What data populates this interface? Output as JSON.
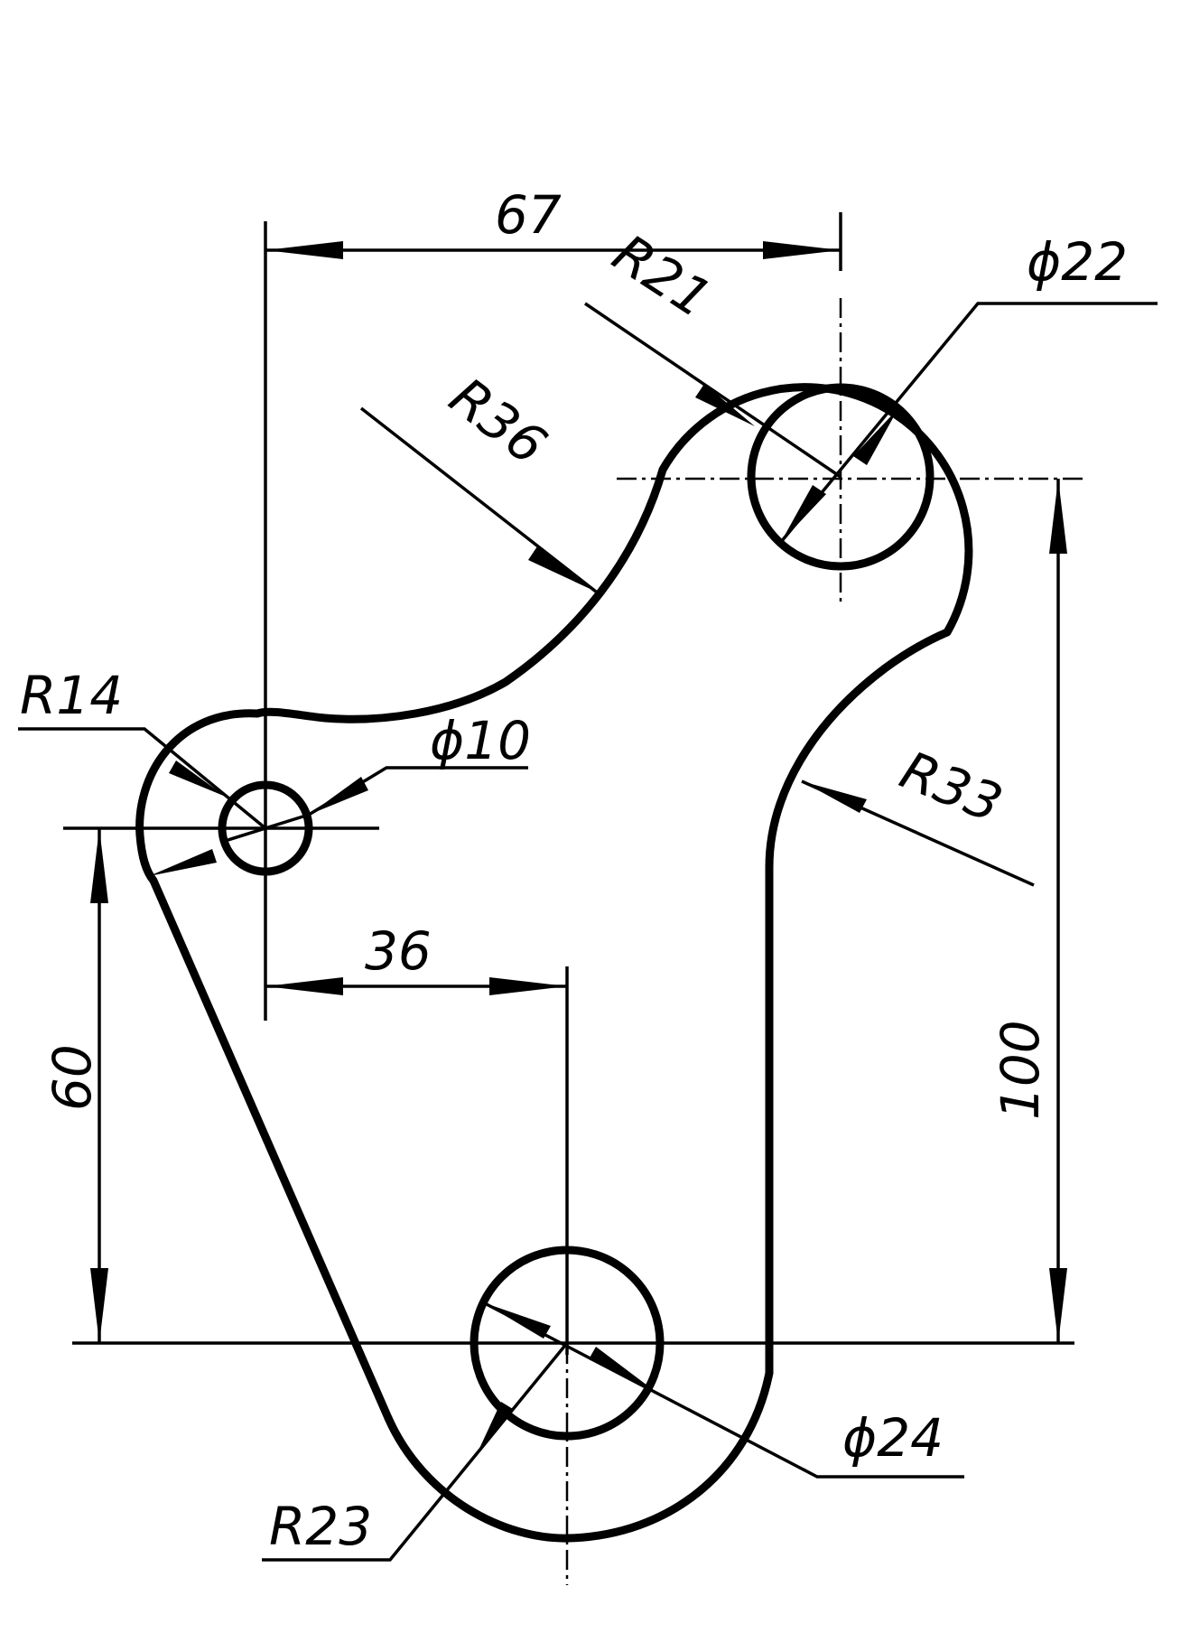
{
  "dimensions": {
    "d67": "67",
    "d36": "36",
    "d60": "60",
    "d100": "100",
    "r21": "R21",
    "r36": "R36",
    "r14": "R14",
    "r33": "R33",
    "r23": "R23",
    "phi22": "ϕ22",
    "phi10": "ϕ10",
    "phi24": "ϕ24"
  }
}
